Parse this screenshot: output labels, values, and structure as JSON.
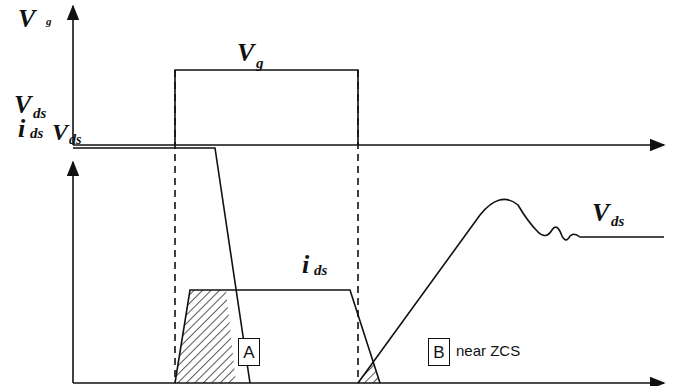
{
  "diagram": {
    "nodes": [
      {
        "text": [
          "A"
        ]
      },
      {
        "text": [
          "B"
        ]
      }
    ],
    "labels": [
      "V",
      "g",
      "V",
      "g",
      "V",
      "ds",
      "i",
      "ds",
      "V",
      "ds",
      "i",
      "ds",
      "near ZCS",
      "V",
      "ds"
    ]
  }
}
